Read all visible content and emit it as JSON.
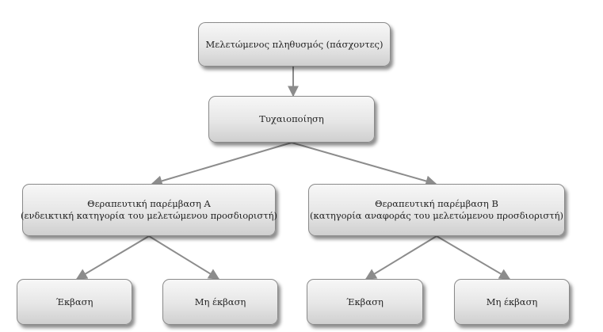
{
  "nodes": {
    "population": "Μελετώμενος πληθυσμός (πάσχοντες)",
    "randomization": "Τυχαιοποίηση",
    "intervention_a": {
      "line1": "Θεραπευτική παρέμβαση Α",
      "line2": "(ενδεικτική κατηγορία του μελετώμενου προσδιοριστή)"
    },
    "intervention_b": {
      "line1": "Θεραπευτική παρέμβαση Β",
      "line2": "(κατηγορία αναφοράς του μελετώμενου προσδιοριστή)"
    },
    "a_outcome": "Έκβαση",
    "a_no_outcome": "Μη έκβαση",
    "b_outcome": "Έκβαση",
    "b_no_outcome": "Μη έκβαση"
  },
  "colors": {
    "arrow": "#8c8c8c",
    "box_border": "#8a8a8a"
  }
}
